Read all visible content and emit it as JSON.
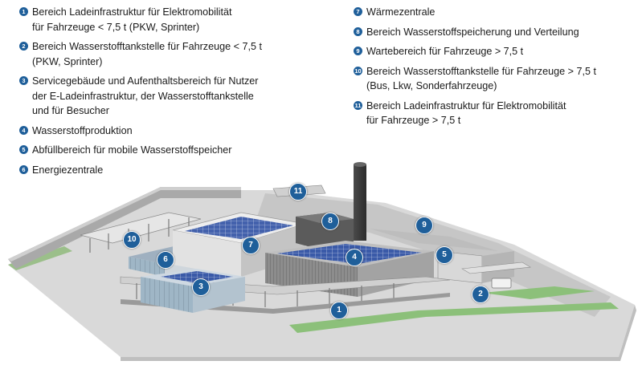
{
  "legend_left": [
    {
      "num": "1",
      "text": "Bereich Ladeinfrastruktur für Elektromobilität\nfür Fahrzeuge < 7,5 t (PKW, Sprinter)"
    },
    {
      "num": "2",
      "text": "Bereich Wasserstofftankstelle für Fahrzeuge < 7,5 t\n(PKW, Sprinter)"
    },
    {
      "num": "3",
      "text": "Servicegebäude und Aufenthaltsbereich für Nutzer\nder E-Ladeinfrastruktur, der Wasserstofftankstelle\nund für Besucher"
    },
    {
      "num": "4",
      "text": "Wasserstoffproduktion"
    },
    {
      "num": "5",
      "text": "Abfüllbereich für mobile Wasserstoffspeicher"
    },
    {
      "num": "6",
      "text": "Energiezentrale"
    }
  ],
  "legend_right": [
    {
      "num": "7",
      "text": "Wärmezentrale"
    },
    {
      "num": "8",
      "text": "Bereich Wasserstoffspeicherung und Verteilung"
    },
    {
      "num": "9",
      "text": "Wartebereich für Fahrzeuge > 7,5 t"
    },
    {
      "num": "10",
      "text": "Bereich Wasserstofftankstelle für Fahrzeuge > 7,5 t\n(Bus, Lkw, Sonderfahrzeuge)"
    },
    {
      "num": "11",
      "text": "Bereich Ladeinfrastruktur für Elektromobilität\nfür Fahrzeuge > 7,5 t"
    }
  ],
  "markers": [
    "1",
    "2",
    "3",
    "4",
    "5",
    "6",
    "7",
    "8",
    "9",
    "10",
    "11"
  ],
  "colors": {
    "marker": "#1f5f9a",
    "ground": "#dcdcdc",
    "green": "#8cc07a",
    "solar": "#3a5aa8"
  }
}
